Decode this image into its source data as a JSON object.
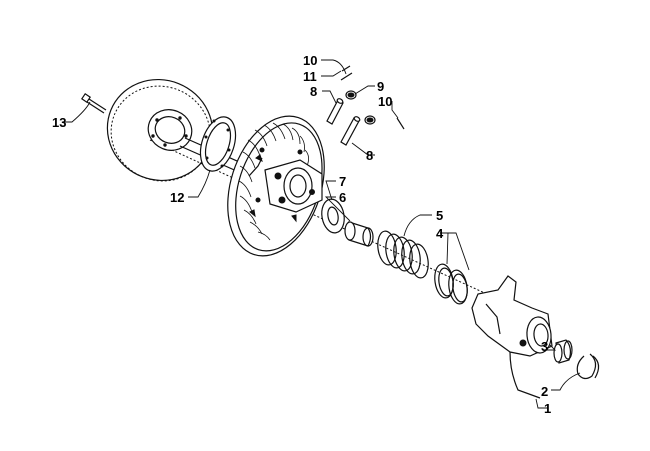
{
  "diagram": {
    "callouts": [
      {
        "id": "callout-1",
        "text": "1"
      },
      {
        "id": "callout-2",
        "text": "2"
      },
      {
        "id": "callout-3",
        "text": "3"
      },
      {
        "id": "callout-4",
        "text": "4"
      },
      {
        "id": "callout-5",
        "text": "5"
      },
      {
        "id": "callout-6",
        "text": "6"
      },
      {
        "id": "callout-7",
        "text": "7"
      },
      {
        "id": "callout-8a",
        "text": "8"
      },
      {
        "id": "callout-8b",
        "text": "8"
      },
      {
        "id": "callout-9",
        "text": "9"
      },
      {
        "id": "callout-10a",
        "text": "10"
      },
      {
        "id": "callout-10b",
        "text": "10"
      },
      {
        "id": "callout-11",
        "text": "11"
      },
      {
        "id": "callout-12",
        "text": "12"
      },
      {
        "id": "callout-13",
        "text": "13"
      }
    ]
  }
}
